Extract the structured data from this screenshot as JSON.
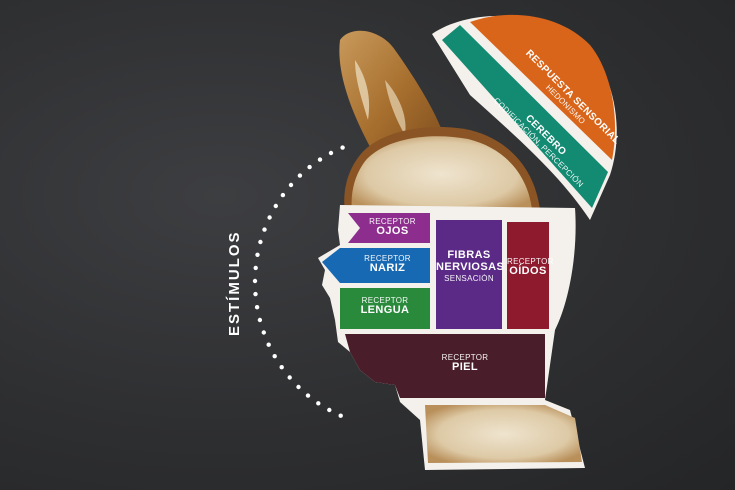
{
  "stimuli_label": "ESTÍMULOS",
  "brain_layers": {
    "sensory_response": {
      "title": "RESPUESTA SENSORIAL",
      "subtitle": "HEDONISMO",
      "color": "#d9651a"
    },
    "brain": {
      "title": "CEREBRO",
      "subtitle": "CODIFICACIÓN, PERCEPCIÓN",
      "color": "#138a72"
    }
  },
  "receptors": {
    "eyes": {
      "small": "RECEPTOR",
      "big": "OJOS",
      "color": "#8d2e8f"
    },
    "nose": {
      "small": "RECEPTOR",
      "big": "NARIZ",
      "color": "#1769b4"
    },
    "tongue": {
      "small": "RECEPTOR",
      "big": "LENGUA",
      "color": "#2a8a3c"
    },
    "ears": {
      "small": "RECEPTOR",
      "big": "OÍDOS",
      "color": "#8e1a2e"
    },
    "skin": {
      "small": "RECEPTOR",
      "big": "PIEL",
      "color": "#4a1d2a"
    }
  },
  "nerve_fibers": {
    "title_line1": "FIBRAS",
    "title_line2": "NERVIOSAS",
    "subtitle": "SENSACIÓN",
    "color": "#5b2a87"
  }
}
